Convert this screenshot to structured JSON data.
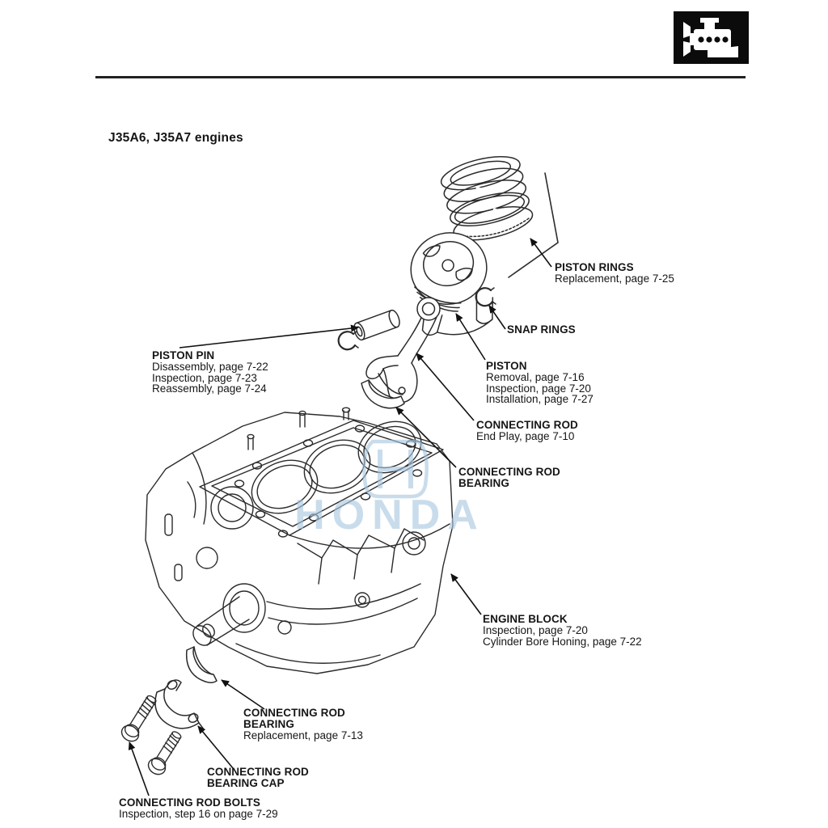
{
  "doc": {
    "heading": "J35A6, J35A7 engines",
    "section_icon": "engine-icon"
  },
  "watermark": {
    "text": "HONDA",
    "logo": "honda-h-logo",
    "color": "#a9c7e0"
  },
  "colors": {
    "ink": "#1a1a1a",
    "line_art": "#2b2b2b",
    "icon_bg": "#0b0b0b",
    "icon_fg": "#ffffff"
  },
  "callouts": {
    "piston_rings": {
      "title_lines": [
        "PISTON RINGS"
      ],
      "detail_lines": [
        "Replacement, page 7-25"
      ]
    },
    "snap_rings": {
      "title_lines": [
        "SNAP RINGS"
      ],
      "detail_lines": []
    },
    "piston_pin": {
      "title_lines": [
        "PISTON PIN"
      ],
      "detail_lines": [
        "Disassembly, page 7-22",
        "Inspection, page 7-23",
        "Reassembly, page 7-24"
      ]
    },
    "piston": {
      "title_lines": [
        "PISTON"
      ],
      "detail_lines": [
        "Removal, page 7-16",
        "Inspection, page 7-20",
        "Installation, page 7-27"
      ]
    },
    "connecting_rod": {
      "title_lines": [
        "CONNECTING ROD"
      ],
      "detail_lines": [
        "End Play, page 7-10"
      ]
    },
    "connecting_rod_bearing_upper": {
      "title_lines": [
        "CONNECTING ROD",
        "BEARING"
      ],
      "detail_lines": []
    },
    "engine_block": {
      "title_lines": [
        "ENGINE BLOCK"
      ],
      "detail_lines": [
        "Inspection, page 7-20",
        "Cylinder Bore Honing, page 7-22"
      ]
    },
    "connecting_rod_bearing_lower": {
      "title_lines": [
        "CONNECTING ROD",
        "BEARING"
      ],
      "detail_lines": [
        "Replacement, page 7-13"
      ]
    },
    "connecting_rod_bearing_cap": {
      "title_lines": [
        "CONNECTING ROD",
        "BEARING CAP"
      ],
      "detail_lines": []
    },
    "connecting_rod_bolts": {
      "title_lines": [
        "CONNECTING ROD BOLTS"
      ],
      "detail_lines": [
        "Inspection, step 16 on page 7-29"
      ]
    }
  }
}
